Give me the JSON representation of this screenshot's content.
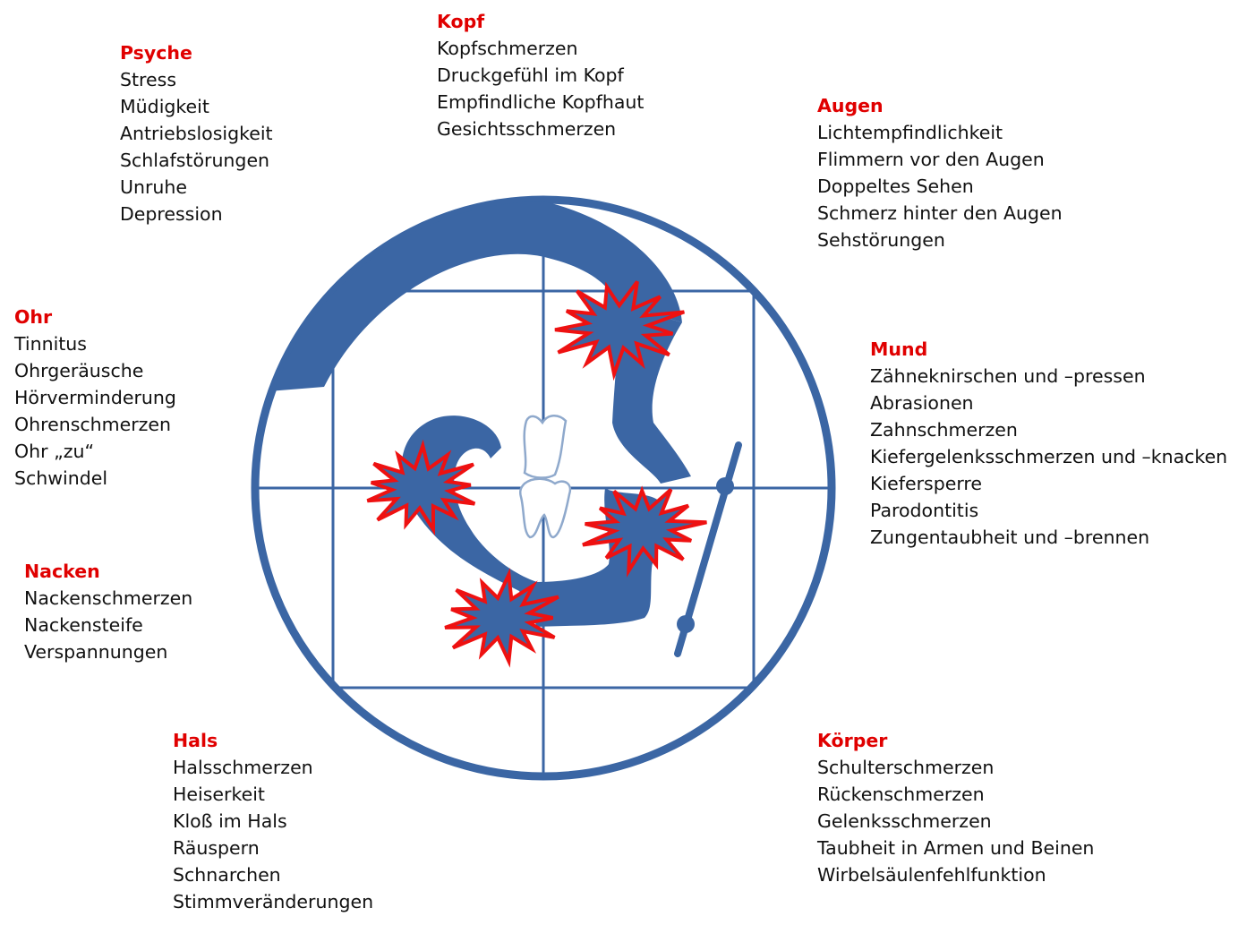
{
  "colors": {
    "heading": "#e00000",
    "diagram_blue": "#3b66a4",
    "burst_red": "#ee1111"
  },
  "groups": {
    "psyche": {
      "title": "Psyche",
      "items": [
        "Stress",
        "Müdigkeit",
        "Antriebslosigkeit",
        "Schlafstörungen",
        "Unruhe",
        "Depression"
      ]
    },
    "kopf": {
      "title": "Kopf",
      "items": [
        "Kopfschmerzen",
        "Druckgefühl im Kopf",
        "Empfindliche Kopfhaut",
        "Gesichtsschmerzen"
      ]
    },
    "augen": {
      "title": "Augen",
      "items": [
        "Lichtempfindlichkeit",
        "Flimmern vor den Augen",
        "Doppeltes Sehen",
        "Schmerz hinter den Augen",
        "Sehstörungen"
      ]
    },
    "ohr": {
      "title": "Ohr",
      "items": [
        "Tinnitus",
        "Ohrgeräusche",
        "Hörverminderung",
        "Ohrenschmerzen",
        "Ohr „zu“",
        "Schwindel"
      ]
    },
    "mund": {
      "title": "Mund",
      "items": [
        "Zähneknirschen und –pressen",
        "Abrasionen",
        "Zahnschmerzen",
        "Kiefergelenksschmerzen und –knacken",
        "Kiefersperre",
        "Parodontitis",
        "Zungentaubheit und –brennen"
      ]
    },
    "nacken": {
      "title": "Nacken",
      "items": [
        "Nackenschmerzen",
        "Nackensteife",
        "Verspannungen"
      ]
    },
    "hals": {
      "title": "Hals",
      "items": [
        "Halsschmerzen",
        "Heiserkeit",
        "Kloß im Hals",
        "Räuspern",
        "Schnarchen",
        "Stimmveränderungen"
      ]
    },
    "koerper": {
      "title": "Körper",
      "items": [
        "Schulterschmerzen",
        "Rückenschmerzen",
        "Gelenksschmerzen",
        "Taubheit in Armen und Beinen",
        "Wirbelsäulenfehlfunktion"
      ]
    }
  },
  "icons": {
    "figure": "head-profile-icon",
    "teeth": "tooth-pair-icon",
    "burst": "pain-burst-icon"
  }
}
